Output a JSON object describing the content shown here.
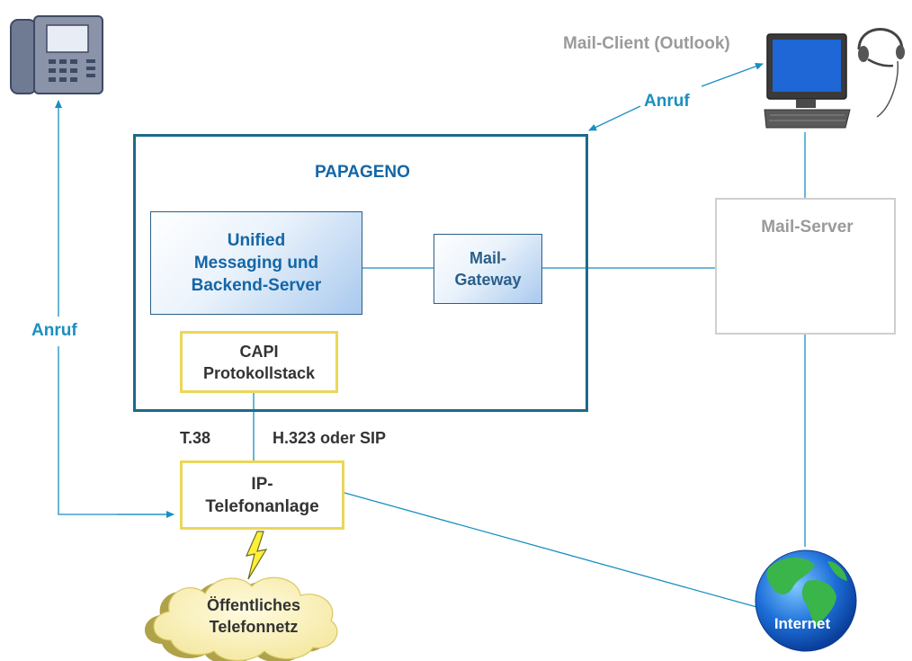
{
  "mail_client": {
    "label": "Mail-Client (Outlook)"
  },
  "call_right": "Anruf",
  "call_left": "Anruf",
  "papageno": {
    "title": "PAPAGENO"
  },
  "unified": {
    "line1": "Unified",
    "line2": "Messaging und",
    "line3": "Backend-Server"
  },
  "mail_gateway": {
    "line1": "Mail-",
    "line2": "Gateway"
  },
  "capi": {
    "line1": "CAPI",
    "line2": "Protokollstack"
  },
  "mail_server": {
    "label": "Mail-Server"
  },
  "protocols": {
    "fax": "T.38",
    "voip": "H.323 oder SIP"
  },
  "pbx": {
    "line1": "IP-",
    "line2": "Telefonanlage"
  },
  "pstn": {
    "line1": "Öffentliches",
    "line2": "Telefonnetz"
  },
  "internet": {
    "label": "Internet"
  },
  "colors": {
    "accent": "#1a8fc0",
    "frame": "#1c6a8a",
    "yellow_border": "#ecd65a",
    "gray": "#9a9a9a"
  }
}
